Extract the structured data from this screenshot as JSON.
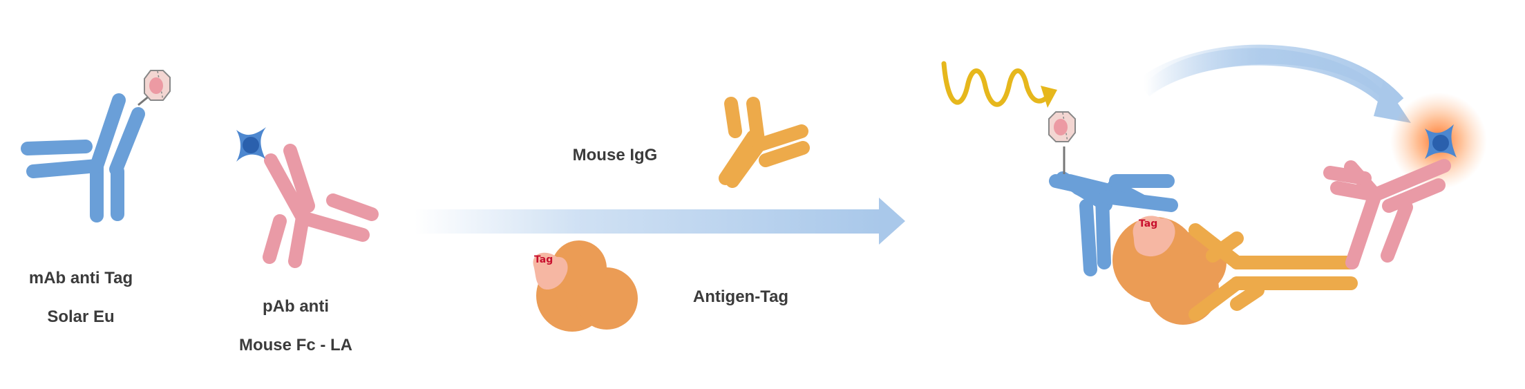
{
  "labels": {
    "mab_line1": "mAb anti Tag",
    "mab_line2": "Solar Eu",
    "pab_line1": "pAb anti",
    "pab_line2": "Mouse Fc - LA",
    "mouse_igg": "Mouse IgG",
    "antigen_tag": "Antigen-Tag",
    "tag_small_left": "Tag",
    "tag_small_right": "Tag"
  },
  "colors": {
    "blue_antibody": "#6a9fd8",
    "pink_antibody": "#e99aa6",
    "orange_antibody": "#edaa4a",
    "antigen": "#eb9c55",
    "tag_patch": "#f6b7a3",
    "donor_cage": "#f3d6d2",
    "acceptor_star": "#4d87cf",
    "excitation_wave": "#e6b71c",
    "arrow_blue": "#a9c8ea",
    "glow": "#ff8a3c"
  },
  "icons": [
    "europium-cryptate-icon",
    "acceptor-star-icon",
    "excitation-wave-icon",
    "energy-transfer-arrow-icon"
  ]
}
